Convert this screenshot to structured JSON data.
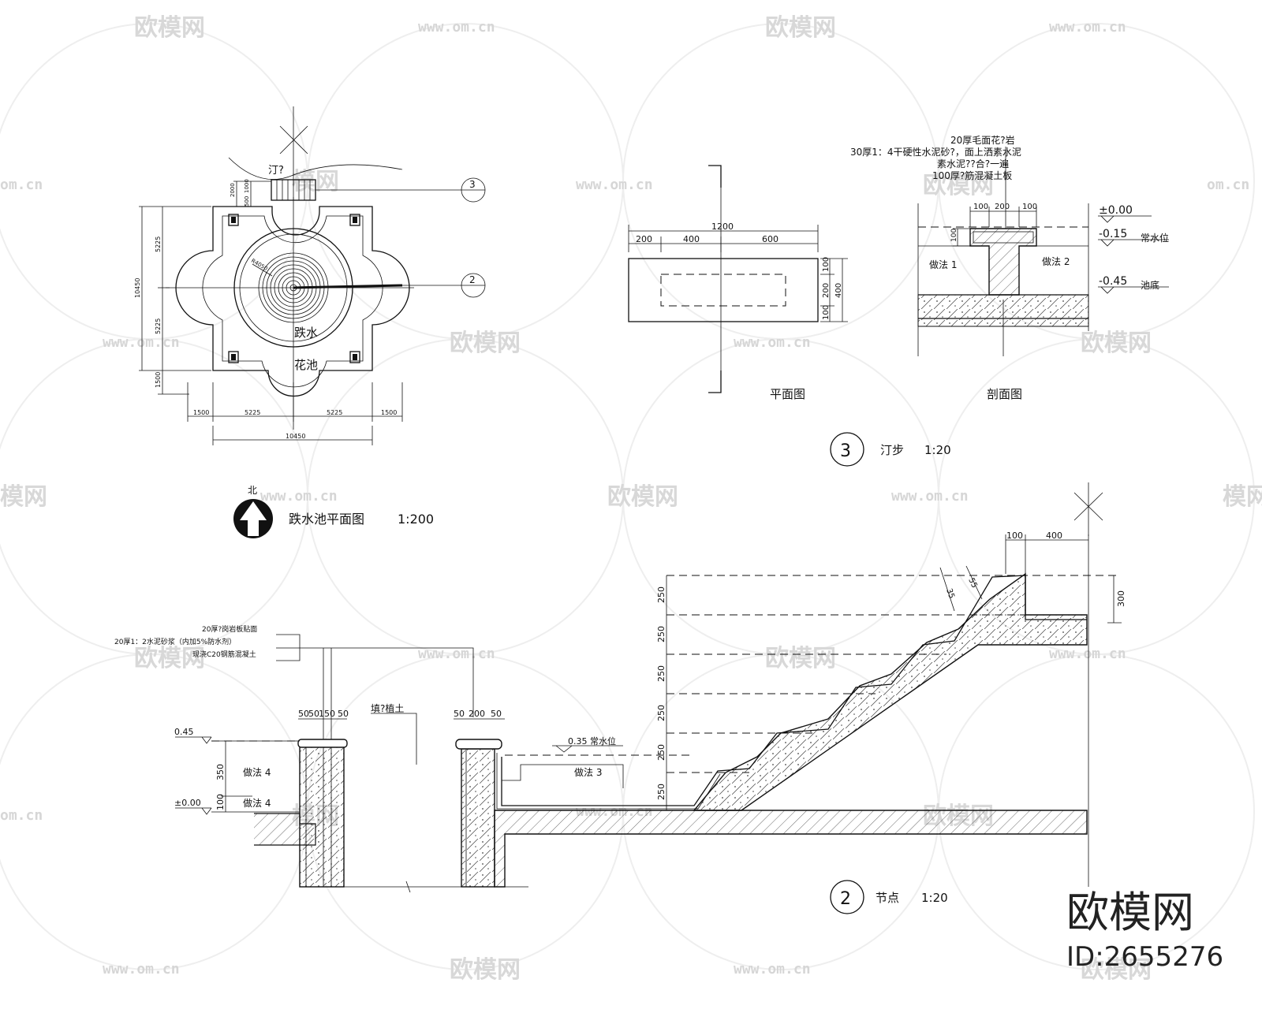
{
  "watermark": {
    "brand": "欧模网",
    "url": "www.om.cn",
    "url_short": "om.cn",
    "brand_partial": "模网"
  },
  "brand_corner": {
    "logo": "欧模网",
    "id": "ID:2655276"
  },
  "plan": {
    "title": "跌水池平面图",
    "scale": "1:200",
    "north": "北",
    "label_step": "汀?",
    "label_fall": "跌水",
    "label_bed": "花池",
    "callout_a": "3",
    "callout_b": "2",
    "radius_label": "R4050",
    "dims_bottom": [
      "1500",
      "5225",
      "5225",
      "1500"
    ],
    "dim_total_bottom": "10450",
    "dims_left": [
      "5225",
      "5225",
      "1500"
    ],
    "dim_total_left": "10450",
    "dims_top_left": [
      "2000",
      "500",
      "1000"
    ]
  },
  "step": {
    "number": "3",
    "title": "汀步",
    "scale": "1:20",
    "plan_caption": "平面图",
    "section_caption": "剖面图",
    "plan_dim_total": "1200",
    "plan_dims": [
      "200",
      "400",
      "600"
    ],
    "plan_dims_right": [
      "100",
      "200",
      "100"
    ],
    "plan_dim_right_total": "400",
    "notes": [
      "20厚毛面花?岩",
      "30厚1：4干硬性水泥砂?，面上洒素水泥",
      "素水泥??合?一遍",
      "100厚?筋混凝土板"
    ],
    "section_dims_top": [
      "100",
      "200",
      "100"
    ],
    "section_dim_left": "100",
    "levels": [
      "±0.00",
      "-0.15",
      "-0.45"
    ],
    "level_notes": [
      "常水位",
      "池底"
    ],
    "method_1": "做法  1",
    "method_2": "做法  2"
  },
  "node": {
    "number": "2",
    "title": "节点",
    "scale": "1:20",
    "notes": [
      "20厚?岗岩板贴面",
      "20厚1：2水泥砂浆（内加5%防水剂）",
      "现浇C20钢筋混凝土"
    ],
    "soil_label": "填?植土",
    "water_label": "0.35 常水位",
    "method_3": "做法  3",
    "method_4a": "做法  4",
    "method_4b": "做法  4",
    "level_045": "0.45",
    "level_000": "±0.00",
    "dim_350": "350",
    "dim_100": "100",
    "wall_dims_left": [
      "50",
      "50",
      "150",
      "50"
    ],
    "wall_dims_right": [
      "50",
      "200",
      "50"
    ],
    "stair_riser_dims": [
      "250",
      "250",
      "250",
      "250",
      "250",
      "250"
    ],
    "top_dims": [
      "100",
      "400"
    ],
    "dim_300": "300",
    "dim_35": "35",
    "dim_55": "55"
  }
}
